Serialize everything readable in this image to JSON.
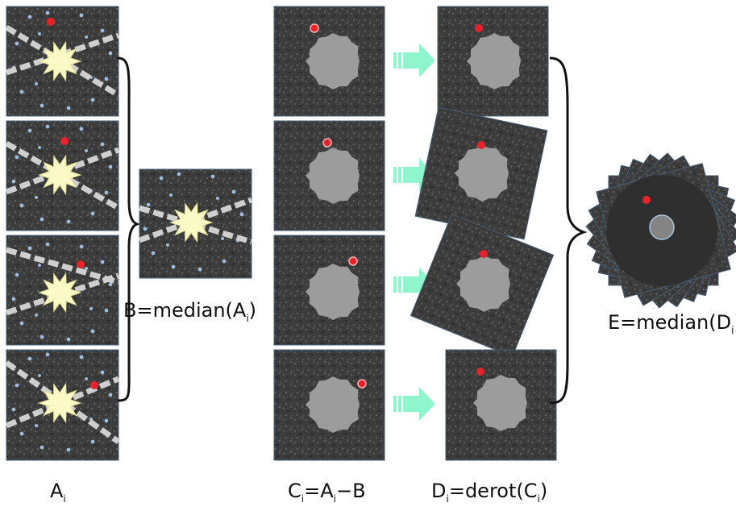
{
  "labels": {
    "a": {
      "base": "A",
      "sub": "i"
    },
    "b": {
      "prefix": "B=median(",
      "base": "A",
      "sub": "i",
      "suffix": ")"
    },
    "c": {
      "base": "C",
      "sub": "i",
      "eq": "=",
      "term": "A",
      "term_sub": "i",
      "rest": "−B"
    },
    "d": {
      "base": "D",
      "sub": "i",
      "mid": "=derot(",
      "arg": "C",
      "arg_sub": "i",
      "close": ")"
    },
    "e": {
      "prefix": "E=median(",
      "base": "D",
      "sub": "i",
      "suffix": ")"
    }
  },
  "colors": {
    "tile": "#3c3c3c",
    "tile_border": "#46607a",
    "star_fill": "#fbf9c6",
    "star_stroke": "#e3df96",
    "planet": "#e8222b",
    "residual_disk": "#9c9c9c",
    "speckle": "#9bbde0",
    "arrow": "#8ff5cc",
    "final_disk": "#2f2f2f",
    "center": "#848484"
  }
}
